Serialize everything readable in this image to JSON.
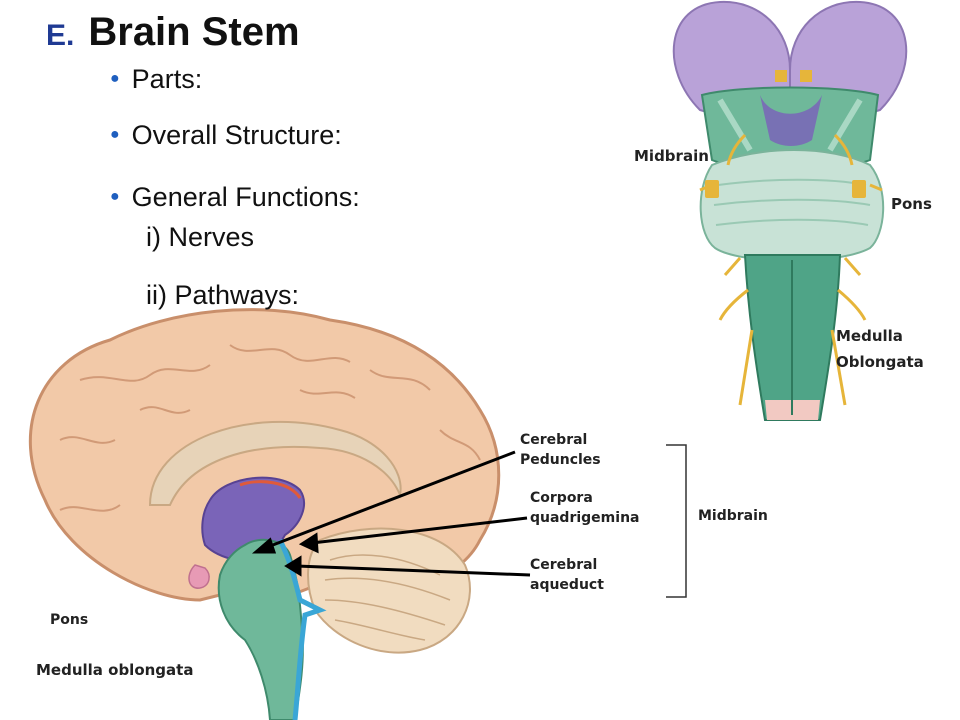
{
  "title": {
    "number": "E.",
    "text": "Brain Stem"
  },
  "bullets": [
    {
      "text": "Parts:"
    },
    {
      "text": "Overall Structure:"
    },
    {
      "text": "General Functions:"
    }
  ],
  "subitems": [
    {
      "text": "i) Nerves"
    },
    {
      "text": "ii) Pathways:"
    }
  ],
  "labels": {
    "top_midbrain": "Midbrain",
    "top_pons": "Pons",
    "top_medulla_1": "Medulla",
    "top_medulla_2": "Oblongata",
    "cerebral_peduncles_1": "Cerebral",
    "cerebral_peduncles_2": "Peduncles",
    "corpora_1": "Corpora",
    "corpora_2": "quadrigemina",
    "aqueduct_1": "Cerebral",
    "aqueduct_2": "aqueduct",
    "bracket_midbrain": "Midbrain",
    "bottom_pons": "Pons",
    "bottom_medulla": "Medulla oblongata"
  },
  "colors": {
    "cerebrum_pink": "#f2c9a8",
    "cerebrum_shadow": "#c98f6b",
    "brainstem_green": "#6fb89a",
    "midbrain_purple": "#7a64b8",
    "ventricle_blue": "#3aa6d6",
    "cerebellum_beige": "#f1dcc0",
    "nerve_yellow": "#e6b53a",
    "lavender": "#b9a2d8",
    "pons_pale": "#c8e2d6"
  }
}
